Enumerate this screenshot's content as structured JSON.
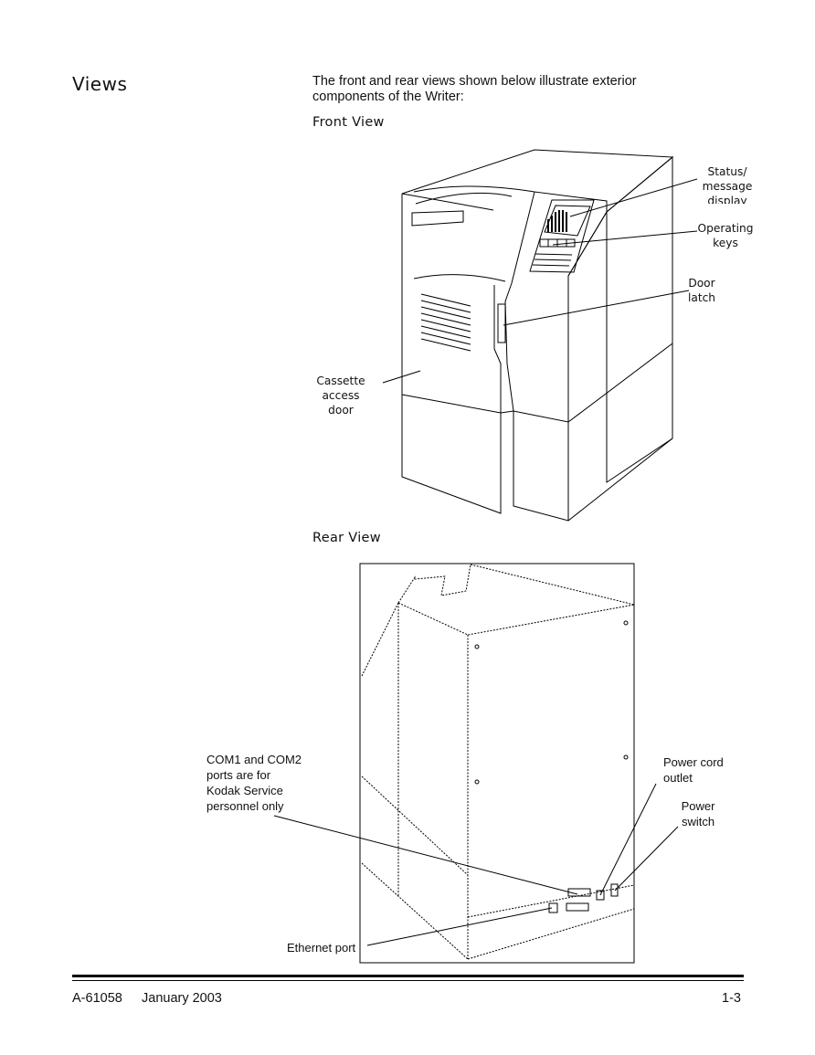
{
  "section": {
    "title": "Views"
  },
  "intro": "The front and rear views shown below illustrate exterior components of the Writer:",
  "front_view": {
    "heading": "Front View",
    "labels": {
      "status": "Status/\nmessage\ndisplay",
      "operating_keys": "Operating\nkeys",
      "door_latch": "Door\nlatch",
      "cassette": "Cassette\naccess\ndoor"
    }
  },
  "rear_view": {
    "heading": "Rear View",
    "labels": {
      "com_ports": "COM1 and COM2\nports are for\nKodak Service\npersonnel only",
      "power_cord": "Power cord\noutlet",
      "power_switch": "Power\nswitch",
      "ethernet": "Ethernet port"
    }
  },
  "footer": {
    "doc_id": "A-61058",
    "date": "January 2003",
    "page": "1-3"
  }
}
